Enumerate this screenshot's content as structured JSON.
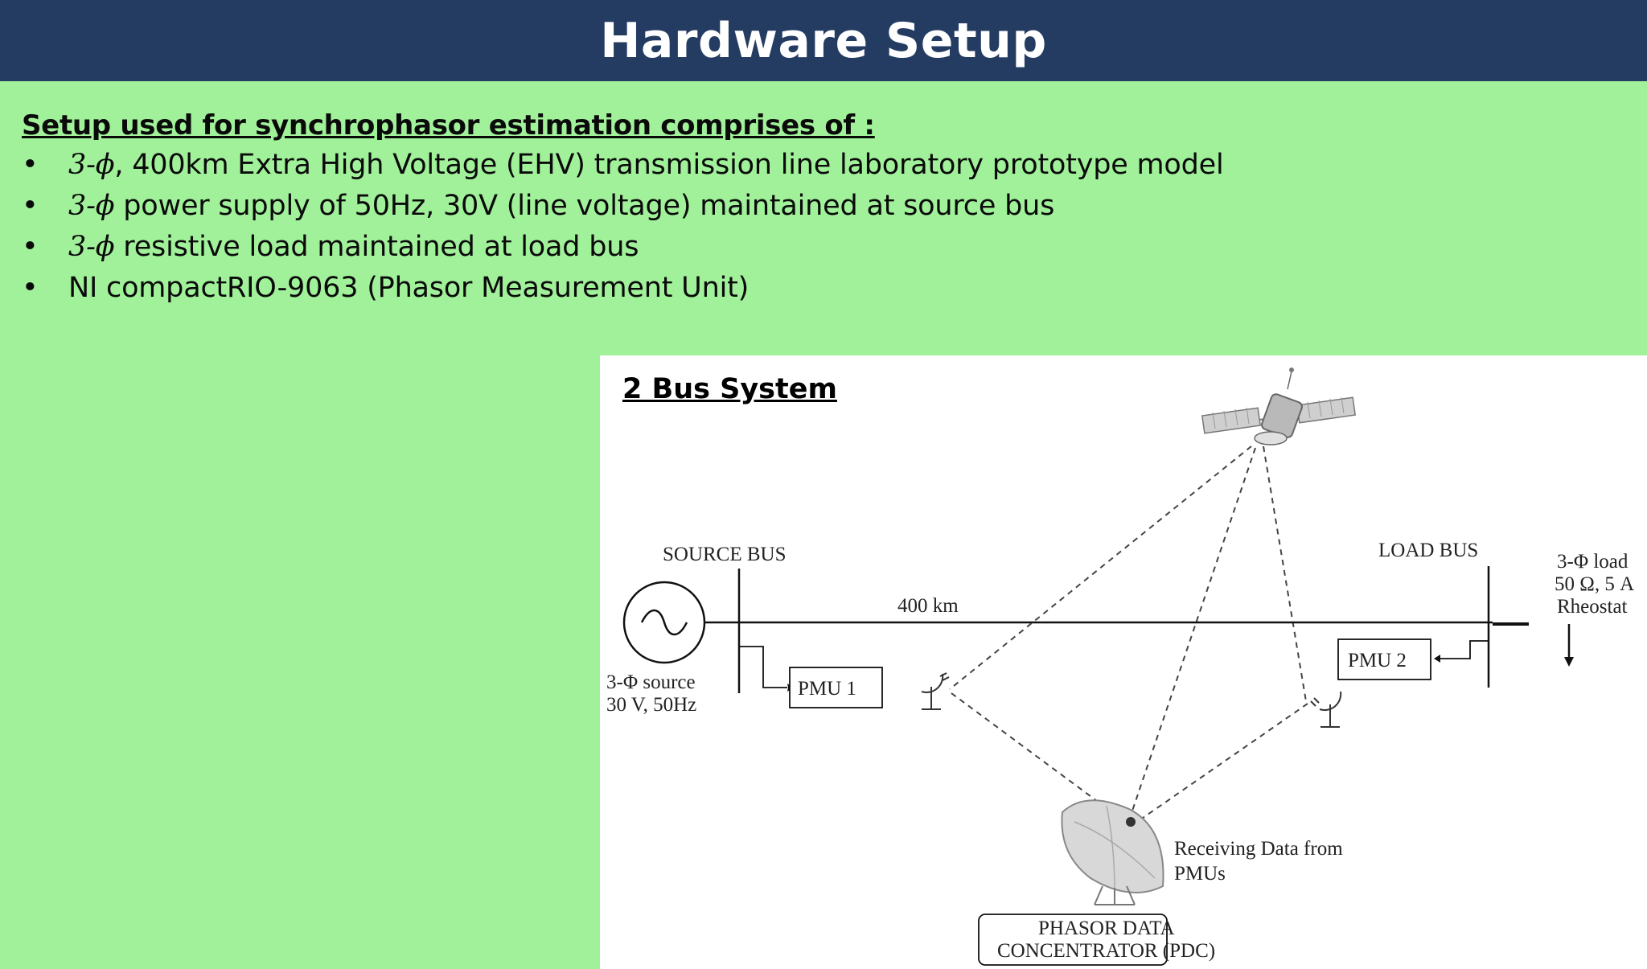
{
  "header": {
    "title": "Hardware Setup"
  },
  "intro": {
    "heading": "Setup used for synchrophasor estimation comprises of :",
    "bullets": [
      {
        "phi": "3-ϕ",
        "text": ", 400km Extra High Voltage (EHV) transmission line laboratory prototype model"
      },
      {
        "phi": "3-ϕ",
        "text": " power supply of 50Hz, 30V (line voltage) maintained at source bus"
      },
      {
        "phi": "3-ϕ",
        "text": " resistive load maintained at load bus"
      },
      {
        "phi": "",
        "text": "NI compactRIO-9063  (Phasor Measurement Unit)"
      }
    ]
  },
  "diagram": {
    "title": "2 Bus System",
    "source_bus_label": "SOURCE BUS",
    "load_bus_label": "LOAD BUS",
    "line_length_label": "400 km",
    "source_label_line1": "3-Φ source",
    "source_label_line2": "30 V, 50Hz",
    "load_label_line1": "3-Φ load",
    "load_label_line2": "50 Ω, 5 A",
    "load_label_line3": "Rheostat",
    "pmu1_label": "PMU  1",
    "pmu2_label": "PMU  2",
    "receiving_line1": "Receiving Data from",
    "receiving_line2": "PMUs",
    "pdc_line1": "PHASOR DATA",
    "pdc_line2": "CONCENTRATOR (PDC)",
    "icons": [
      "satellite-icon",
      "sine-source-icon",
      "dish-antenna-icon",
      "receiving-dish-icon",
      "load-arrow-icon"
    ]
  }
}
